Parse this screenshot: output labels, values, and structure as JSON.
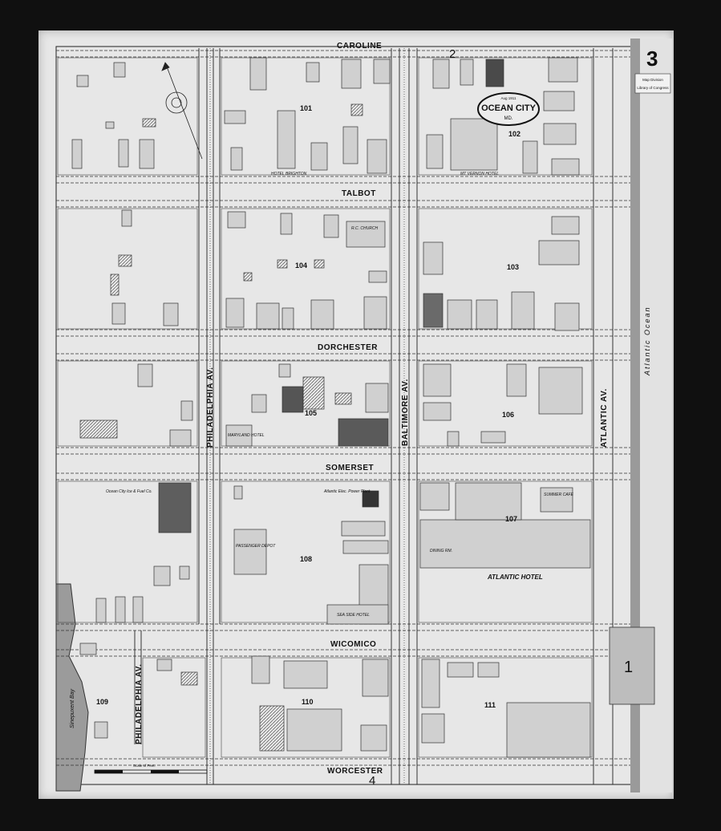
{
  "sheet": {
    "sheet_number": "3",
    "edge_numbers": [
      "2",
      "4",
      "1"
    ],
    "stamp": {
      "date": "Aug 1911",
      "city": "OCEAN CITY",
      "state": "MD."
    },
    "library_label": {
      "line1": "Map Division",
      "line2": "Library of Congress"
    },
    "water_label": "Atlantic Ocean",
    "bay_label": "Sinepuxent Bay",
    "scale_label": "Scale of Feet."
  },
  "streets": {
    "caroline": "CAROLINE",
    "talbot": "TALBOT",
    "dorchester": "DORCHESTER",
    "somerset": "SOMERSET",
    "wicomico": "WICOMICO",
    "worcester": "WORCESTER",
    "philadelphia_upper": "PHILADELPHIA AV.",
    "philadelphia_lower": "PHILADELPHIA AV.",
    "baltimore": "BALTIMORE AV.",
    "atlantic": "ATLANTIC AV."
  },
  "blocks": [
    "101",
    "102",
    "103",
    "104",
    "105",
    "106",
    "107",
    "108",
    "109",
    "110",
    "111"
  ],
  "labels": {
    "hotel_brighton": "HOTEL BRIGHTON",
    "mt_vernon_hotel": "MT VERNON HOTEL",
    "rc_church": "R.C. CHURCH",
    "atlantic_hotel": "ATLANTIC HOTEL",
    "ice_fuel": "Ocean City Ice & Fuel Co.",
    "power_plant": "Atlantic Elec. Power Plant",
    "sea_side_hotel": "SEA SIDE HOTEL",
    "maryland_hotel": "MARYLAND HOTEL",
    "summer_cafe": "SUMMER CAFE",
    "dining_room": "DINING RM.",
    "passenger_depot": "PASSENGER DEPOT"
  },
  "colors": {
    "paper": "#e7e7e7",
    "ink": "#1a1a1a",
    "frame": "#101010",
    "shade": "#5a5a5a"
  }
}
